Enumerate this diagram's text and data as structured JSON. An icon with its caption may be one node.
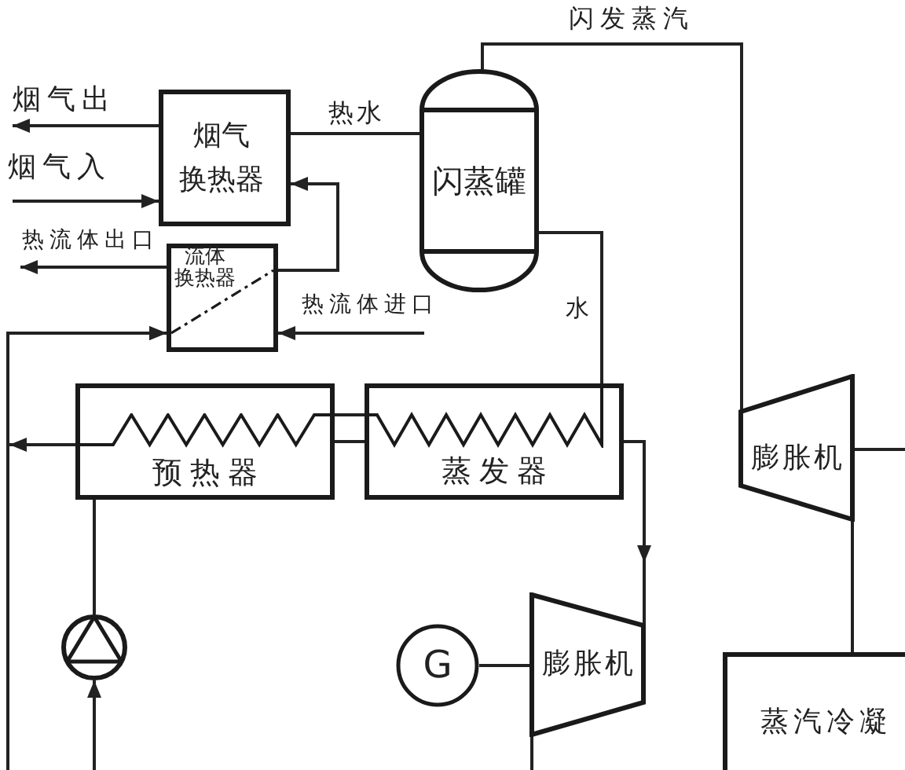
{
  "diagram": {
    "nodes": [
      {
        "text": [
          "烟气换热器"
        ]
      },
      {
        "text": [
          "闪蒸罐"
        ]
      },
      {
        "text": [
          "流体换热器"
        ]
      },
      {
        "text": [
          "预热器"
        ]
      },
      {
        "text": [
          "蒸发器"
        ]
      },
      {
        "text": [
          "膨胀机"
        ]
      },
      {
        "text": [],
        "shape": "circle"
      },
      {
        "text": [
          "G"
        ]
      },
      {
        "text": [
          "膨胀机"
        ]
      },
      {
        "text": [
          "蒸汽冷凝"
        ]
      }
    ],
    "edges": [
      {
        "from": 0,
        "to": null,
        "arrow": "to",
        "label": "烟气出"
      },
      {
        "from": null,
        "to": 0,
        "arrow": "to",
        "label": "烟气入"
      },
      {
        "from": 0,
        "to": 1,
        "arrow": "none",
        "label": "热水"
      },
      {
        "from": 1,
        "to": 5,
        "arrow": "none",
        "label": "闪发蒸汽"
      },
      {
        "from": 2,
        "to": null,
        "arrow": "to",
        "label": "热流体出口"
      },
      {
        "from": 2,
        "to": 0,
        "arrow": "to"
      },
      {
        "from": null,
        "to": 2,
        "arrow": "to",
        "label": "热流体进口"
      },
      {
        "from": null,
        "to": 2,
        "arrow": "to"
      },
      {
        "from": 1,
        "to": 4,
        "arrow": "none",
        "label": "水"
      },
      {
        "from": 4,
        "to": 3,
        "arrow": "none"
      },
      {
        "from": 3,
        "to": 4,
        "arrow": "none"
      },
      {
        "from": 3,
        "to": 2,
        "arrow": "to"
      },
      {
        "from": 4,
        "to": 8,
        "arrow": "to"
      },
      {
        "from": null,
        "to": 6,
        "arrow": "to"
      },
      {
        "from": 6,
        "to": 3,
        "arrow": "none"
      },
      {
        "from": 7,
        "to": 8,
        "arrow": "none"
      },
      {
        "from": 8,
        "to": null,
        "arrow": "none"
      },
      {
        "from": 5,
        "to": null,
        "arrow": "none"
      },
      {
        "from": 5,
        "to": 9,
        "arrow": "none"
      }
    ]
  }
}
